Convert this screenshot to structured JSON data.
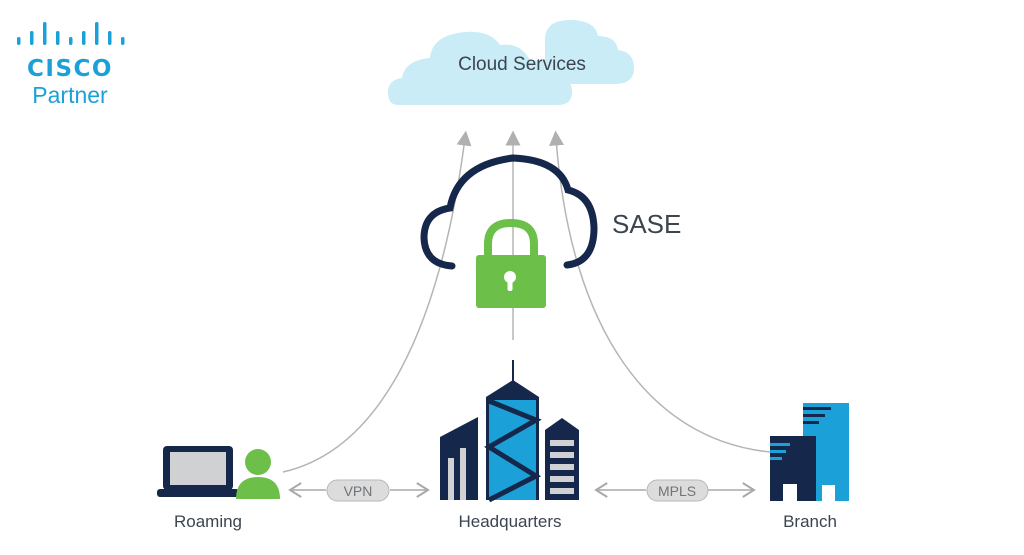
{
  "logo": {
    "brand": "CISCO",
    "subtitle": "Partner"
  },
  "cloud_services": {
    "label": "Cloud Services"
  },
  "sase": {
    "label": "SASE"
  },
  "nodes": {
    "roaming": {
      "label": "Roaming"
    },
    "headquarters": {
      "label": "Headquarters"
    },
    "branch": {
      "label": "Branch"
    }
  },
  "links": {
    "vpn": {
      "label": "VPN"
    },
    "mpls": {
      "label": "MPLS"
    }
  },
  "colors": {
    "navy": "#15284b",
    "cyan": "#1ba0d7",
    "green": "#6cc04a",
    "cloud_fill": "#c9ecf7",
    "line_gray": "#b5b5b5"
  }
}
